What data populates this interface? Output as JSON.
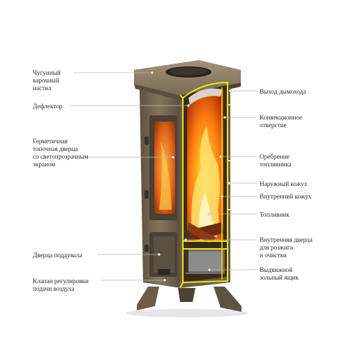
{
  "diagram": {
    "colors": {
      "body": "#7a6a55",
      "body_dark": "#5e5242",
      "body_light": "#9a8a72",
      "cutline": "#f2e600",
      "fire_core": "#ffd23a",
      "fire_mid": "#ff8a12",
      "fire_dark": "#c03a05",
      "leader": "#b8b8b8",
      "dot": "#ffffff"
    },
    "left_labels": [
      {
        "id": "cooktop",
        "text": "Чугунный\nварочный\nнастил"
      },
      {
        "id": "deflector",
        "text": "Дефлектор"
      },
      {
        "id": "door",
        "text": "Герметичная\nтопочная дверца\nсо светопрозрачным\nэкраном"
      },
      {
        "id": "ash-door",
        "text": "Дверца поддувала"
      },
      {
        "id": "air-valve",
        "text": "Клапан регулировки\nподачи воздуха"
      }
    ],
    "right_labels": [
      {
        "id": "flue",
        "text": "Выход дымохода"
      },
      {
        "id": "convection",
        "text": "Конвекционное\nотверстие"
      },
      {
        "id": "fins",
        "text": "Оребрение\nтопливника"
      },
      {
        "id": "outer-casing",
        "text": "Наружный кожух"
      },
      {
        "id": "inner-casing",
        "text": "Внутренний кожух"
      },
      {
        "id": "firebox",
        "text": "Топливник"
      },
      {
        "id": "inner-door",
        "text": "Внутренняя дверца\nдля розжига\nи очистки"
      },
      {
        "id": "ash-box",
        "text": "Выдвижной\nзольный ящик"
      }
    ]
  }
}
